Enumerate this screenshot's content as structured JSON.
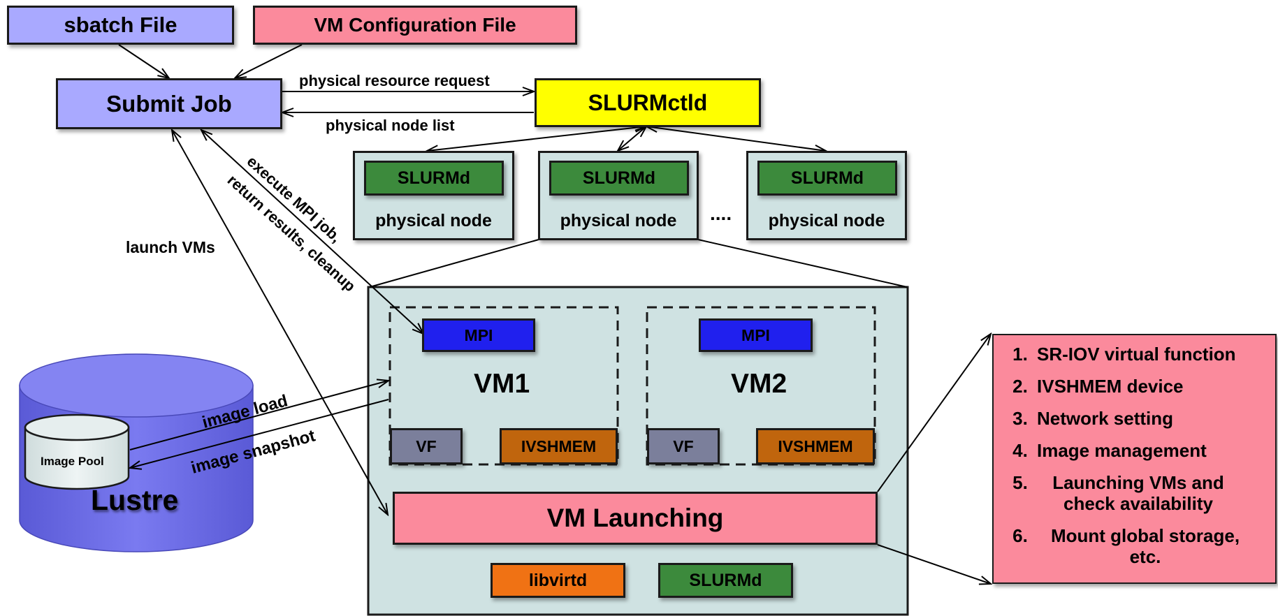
{
  "sbatch_file": "sbatch File",
  "vm_config_file": "VM Configuration File",
  "submit_job": "Submit Job",
  "slurmctld": "SLURMctld",
  "physical_resource_request": "physical resource request",
  "physical_node_list": "physical node list",
  "nodes": [
    {
      "daemon": "SLURMd",
      "label": "physical node"
    },
    {
      "daemon": "SLURMd",
      "label": "physical node"
    },
    {
      "daemon": "SLURMd",
      "label": "physical node"
    }
  ],
  "ellipsis": "....",
  "execute_mpi_job": "execute MPI job,",
  "return_results": "return results, cleanup",
  "launch_vms": "launch VMs",
  "lustre": "Lustre",
  "image_pool": "Image Pool",
  "image_load": "image load",
  "image_snapshot": "image snapshot",
  "vm1": {
    "name": "VM1",
    "mpi": "MPI",
    "vf": "VF",
    "ivshmem": "IVSHMEM"
  },
  "vm2": {
    "name": "VM2",
    "mpi": "MPI",
    "vf": "VF",
    "ivshmem": "IVSHMEM"
  },
  "vm_launching": "VM Launching",
  "libvirtd": "libvirtd",
  "host_slurmd": "SLURMd",
  "features": [
    {
      "num": "1.",
      "text": "SR-IOV virtual function"
    },
    {
      "num": "2.",
      "text": "IVSHMEM device"
    },
    {
      "num": "3.",
      "text": "Network setting"
    },
    {
      "num": "4.",
      "text": "Image management"
    },
    {
      "num": "5.",
      "text": "Launching VMs and check availability"
    },
    {
      "num": "6.",
      "text": "Mount global storage, etc."
    }
  ],
  "colors": {
    "lavender": "#a9a9ff",
    "pink": "#fb8a9c",
    "yellow": "#ffff00",
    "node_bg": "#cfe2e2",
    "green": "#3c8a3c",
    "blue": "#2020ee",
    "gray": "#7b7f9b",
    "brown": "#c0650d",
    "orange": "#f07214",
    "lustre_blue": "#7070e6"
  }
}
